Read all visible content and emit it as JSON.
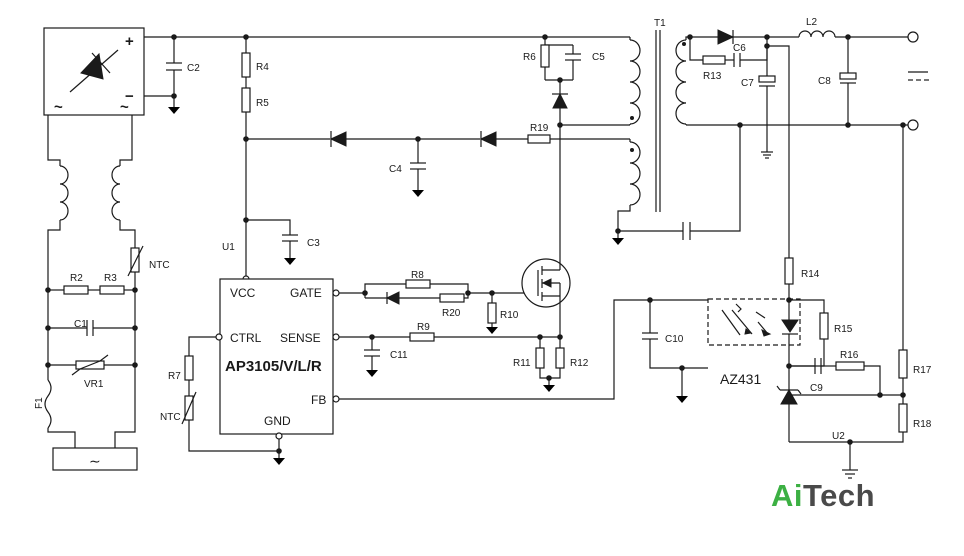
{
  "chip": {
    "ref": "U1",
    "name": "AP3105/V/L/R",
    "pins": {
      "vcc": "VCC",
      "gate": "GATE",
      "ctrl": "CTRL",
      "sense": "SENSE",
      "fb": "FB",
      "gnd": "GND"
    }
  },
  "bridge": {
    "plus": "+",
    "minus": "−",
    "ac1": "~",
    "ac2": "~"
  },
  "ac_source": "∼",
  "labels": {
    "C1": "C1",
    "C2": "C2",
    "C3": "C3",
    "C4": "C4",
    "C5": "C5",
    "C6": "C6",
    "C7": "C7",
    "C8": "C8",
    "C9": "C9",
    "C10": "C10",
    "C11": "C11",
    "R2": "R2",
    "R3": "R3",
    "R4": "R4",
    "R5": "R5",
    "R6": "R6",
    "R7": "R7",
    "R8": "R8",
    "R9": "R9",
    "R10": "R10",
    "R11": "R11",
    "R12": "R12",
    "R13": "R13",
    "R14": "R14",
    "R15": "R15",
    "R16": "R16",
    "R17": "R17",
    "R18": "R18",
    "R19": "R19",
    "R20": "R20",
    "L2": "L2",
    "T1": "T1",
    "F1": "F1",
    "VR1": "VR1",
    "NTC1": "NTC",
    "NTC2": "NTC",
    "U2": "U2",
    "AZ431": "AZ431"
  },
  "brand": {
    "part1": "Ai",
    "part2": "Tech",
    "color1": "#3cb043",
    "color2": "#4a4a4a"
  }
}
